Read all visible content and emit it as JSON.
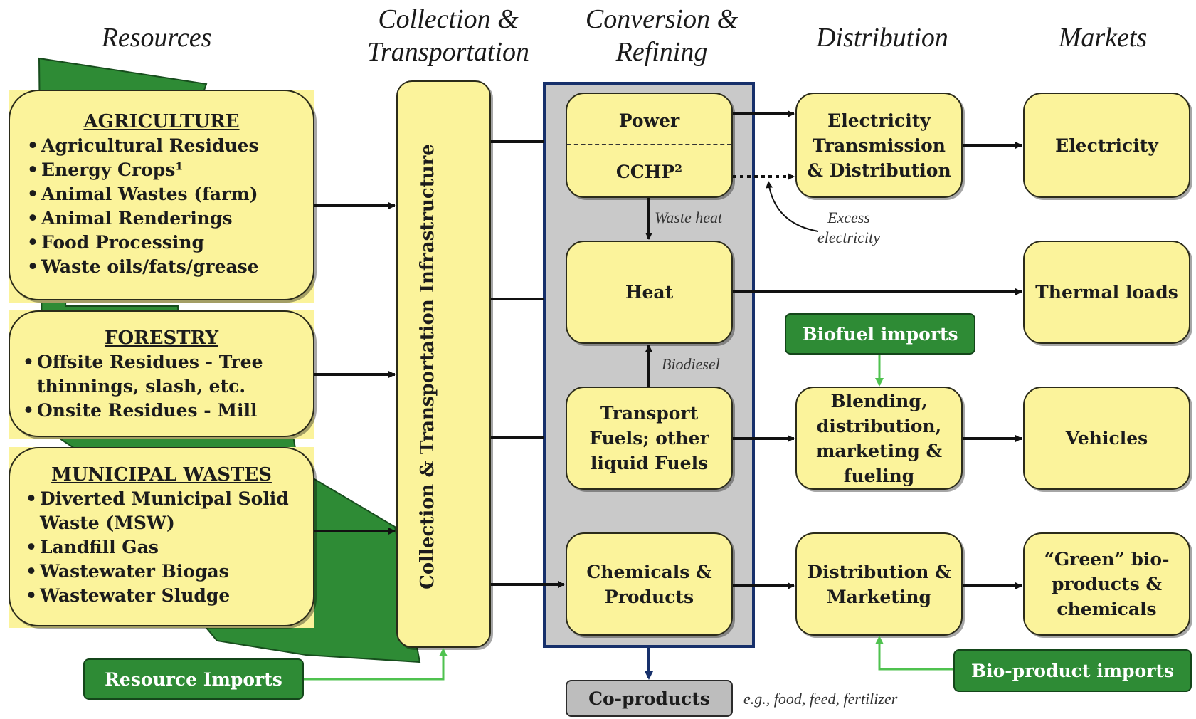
{
  "columns": {
    "resources": "Resources",
    "collection": [
      "Collection &",
      "Transportation"
    ],
    "conversion": [
      "Conversion &",
      "Refining"
    ],
    "distribution": "Distribution",
    "markets": "Markets"
  },
  "resources": {
    "agriculture": {
      "title": "AGRICULTURE",
      "items": [
        "Agricultural Residues",
        "Energy Crops¹",
        "Animal Wastes (farm)",
        "Animal Renderings",
        "Food Processing",
        "Waste oils/fats/grease"
      ]
    },
    "forestry": {
      "title": "FORESTRY",
      "items": [
        "Offsite Residues - Tree",
        "thinnings, slash, etc.",
        "Onsite Residues - Mill"
      ]
    },
    "municipal": {
      "title": "MUNICIPAL WASTES",
      "items": [
        "Diverted Municipal Solid",
        "Waste (MSW)",
        "Landfill Gas",
        "Wastewater Biogas",
        "Wastewater Sludge"
      ]
    }
  },
  "collection_infrastructure": "Collection & Transportation Infrastructure",
  "conversion": {
    "power": "Power",
    "cchp": "CCHP²",
    "heat": "Heat",
    "transport_fuels": [
      "Transport",
      "Fuels; other",
      "liquid Fuels"
    ],
    "chemicals": [
      "Chemicals &",
      "Products"
    ],
    "waste_heat": "Waste heat",
    "biodiesel": "Biodiesel"
  },
  "distribution": {
    "electricity_td": [
      "Electricity",
      "Transmission",
      "& Distribution"
    ],
    "blending": [
      "Blending,",
      "distribution,",
      "marketing &",
      "fueling"
    ],
    "dist_marketing": [
      "Distribution &",
      "Marketing"
    ],
    "excess_electricity": [
      "Excess",
      "electricity"
    ]
  },
  "markets": {
    "electricity": "Electricity",
    "thermal": "Thermal loads",
    "vehicles": "Vehicles",
    "green": [
      "“Green” bio-",
      "products &",
      "chemicals"
    ]
  },
  "imports": {
    "resource": "Resource Imports",
    "biofuel": "Biofuel imports",
    "bioproduct": "Bio-product imports"
  },
  "coproducts": "Co-products",
  "coproducts_note": "e.g., food, feed, fertilizer",
  "colors": {
    "box_fill": "#fbf39b",
    "green": "#2e8b35",
    "panel_gray": "#c9c9c9",
    "panel_border": "#17306b",
    "import_arrow": "#4fc24f"
  }
}
